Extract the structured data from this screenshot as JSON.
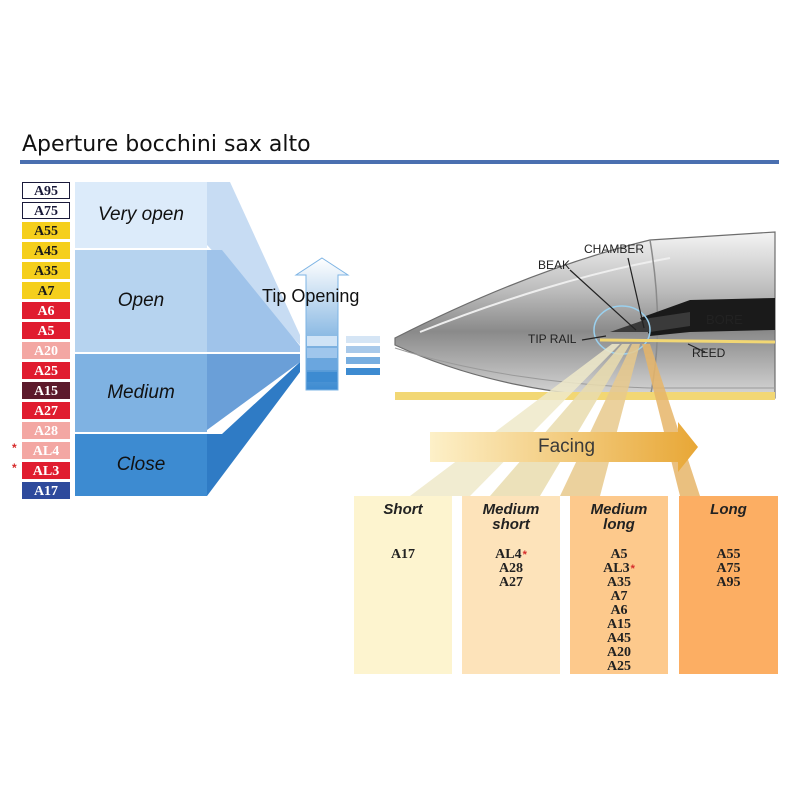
{
  "title": "Aperture bocchini sax alto",
  "codes": [
    {
      "label": "A95",
      "bg": "#ffffff",
      "fg": "#1a1a3a",
      "border": "#1a1a3a"
    },
    {
      "label": "A75",
      "bg": "#ffffff",
      "fg": "#1a1a3a",
      "border": "#1a1a3a"
    },
    {
      "label": "A55",
      "bg": "#f5cf1c",
      "fg": "#1a1a1a",
      "border": "#f5cf1c"
    },
    {
      "label": "A45",
      "bg": "#f5cf1c",
      "fg": "#1a1a1a",
      "border": "#f5cf1c"
    },
    {
      "label": "A35",
      "bg": "#f5cf1c",
      "fg": "#1a1a1a",
      "border": "#f5cf1c"
    },
    {
      "label": "A7",
      "bg": "#f5cf1c",
      "fg": "#1a1a1a",
      "border": "#f5cf1c"
    },
    {
      "label": "A6",
      "bg": "#e01c2f",
      "fg": "#ffffff",
      "border": "#e01c2f"
    },
    {
      "label": "A5",
      "bg": "#e01c2f",
      "fg": "#ffffff",
      "border": "#e01c2f"
    },
    {
      "label": "A20",
      "bg": "#f3a7a3",
      "fg": "#ffffff",
      "border": "#f3a7a3"
    },
    {
      "label": "A25",
      "bg": "#e01c2f",
      "fg": "#ffffff",
      "border": "#e01c2f"
    },
    {
      "label": "A15",
      "bg": "#5c1a2c",
      "fg": "#ffffff",
      "border": "#5c1a2c"
    },
    {
      "label": "A27",
      "bg": "#e01c2f",
      "fg": "#ffffff",
      "border": "#e01c2f"
    },
    {
      "label": "A28",
      "bg": "#f3a7a3",
      "fg": "#ffffff",
      "border": "#f3a7a3"
    },
    {
      "label": "AL4",
      "bg": "#f3a7a3",
      "fg": "#ffffff",
      "border": "#f3a7a3",
      "star": "*"
    },
    {
      "label": "AL3",
      "bg": "#e01c2f",
      "fg": "#ffffff",
      "border": "#e01c2f",
      "star": "*"
    },
    {
      "label": "A17",
      "bg": "#2e4a9c",
      "fg": "#ffffff",
      "border": "#2e4a9c"
    }
  ],
  "tip_openings": [
    {
      "label": "Very open",
      "color": "#dcebfa"
    },
    {
      "label": "Open",
      "color": "#b6d3ef"
    },
    {
      "label": "Medium",
      "color": "#7fb2e2"
    },
    {
      "label": "Close",
      "color": "#3d8bd1"
    }
  ],
  "tip_opening_label": "Tip Opening",
  "mouthpiece_parts": {
    "chamber": "CHAMBER",
    "beak": "BEAK",
    "bore": "BORE",
    "tip_rail": "TIP RAIL",
    "reed": "REED"
  },
  "facing_label": "Facing",
  "facings": [
    {
      "label": "Short",
      "color": "#fdf4cf",
      "models": [
        "A17"
      ]
    },
    {
      "label": "Medium short",
      "color": "#fde3ba",
      "models": [
        "AL4",
        "A28",
        "A27"
      ],
      "starred": [
        "AL4"
      ]
    },
    {
      "label": "Medium long",
      "color": "#fdc98c",
      "models": [
        "A5",
        "AL3",
        "A35",
        "A7",
        "A6",
        "A15",
        "A45",
        "A20",
        "A25"
      ],
      "starred": [
        "AL3"
      ]
    },
    {
      "label": "Long",
      "color": "#fcae63",
      "models": [
        "A55",
        "A75",
        "A95"
      ]
    }
  ]
}
